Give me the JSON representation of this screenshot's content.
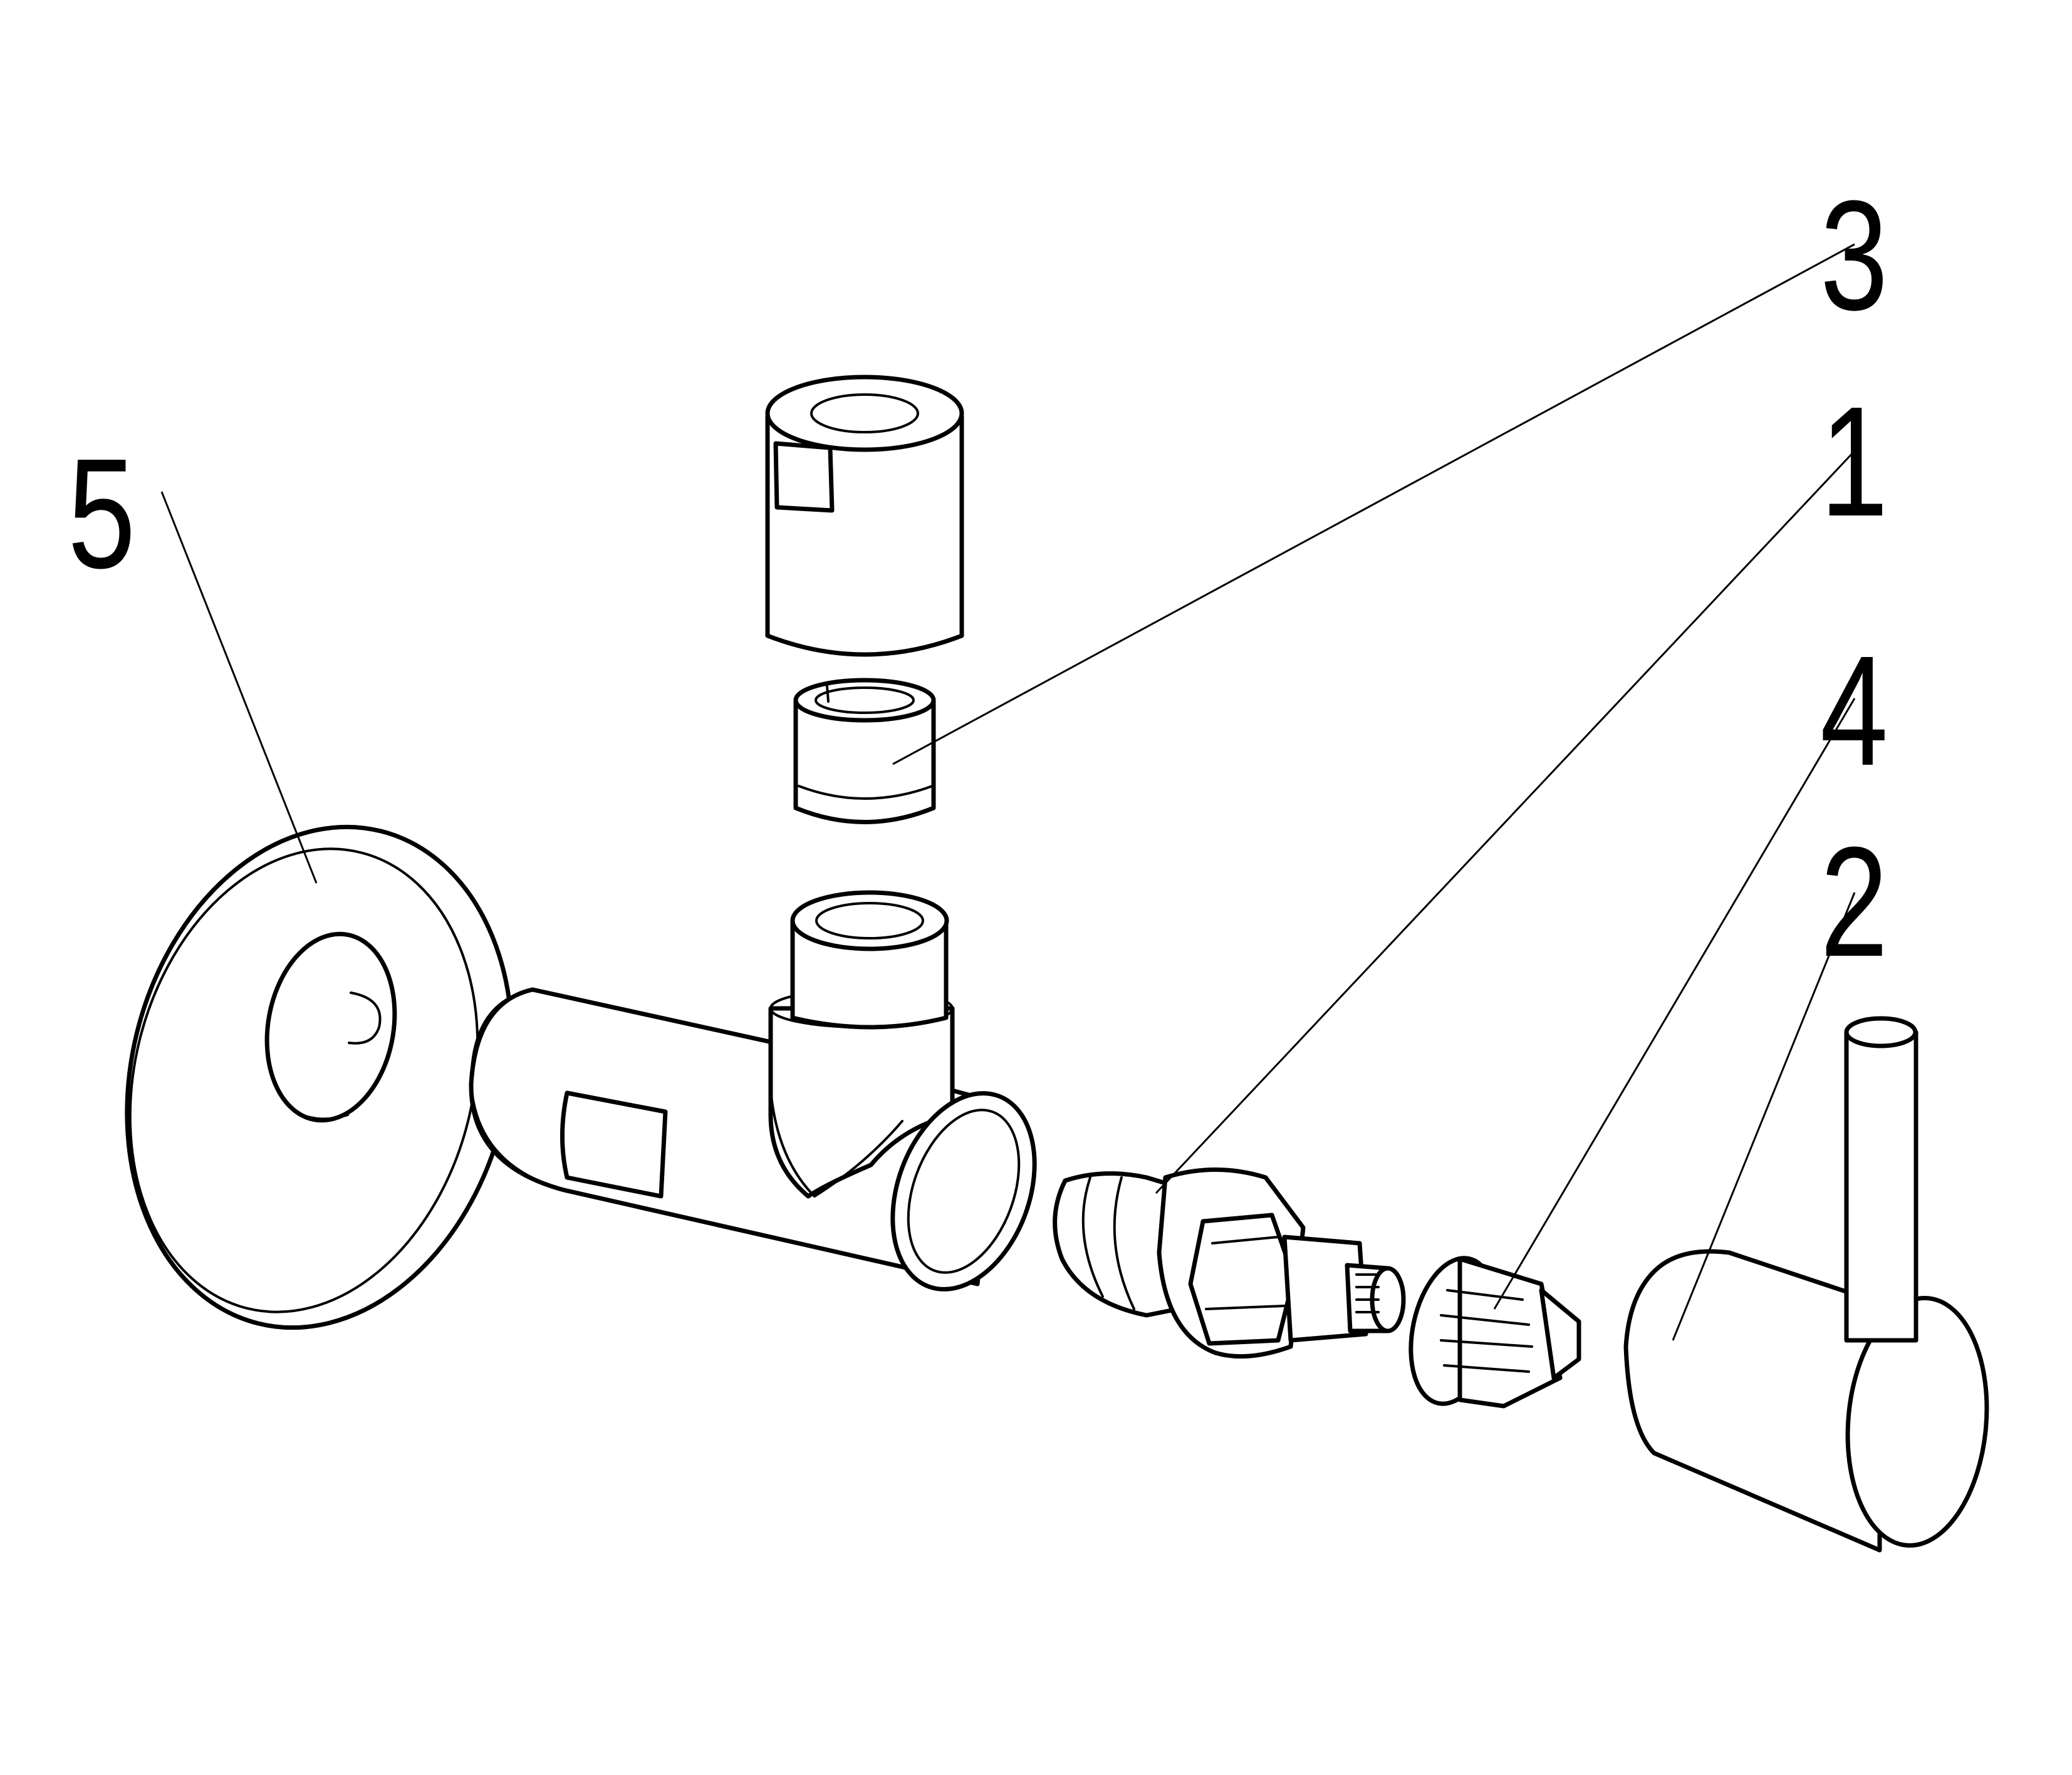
{
  "callouts": [
    {
      "id": "5",
      "label": "5"
    },
    {
      "id": "3",
      "label": "3"
    },
    {
      "id": "1",
      "label": "1"
    },
    {
      "id": "4",
      "label": "4"
    },
    {
      "id": "2",
      "label": "2"
    }
  ],
  "colors": {
    "line": "#000000",
    "background": "#ffffff"
  }
}
